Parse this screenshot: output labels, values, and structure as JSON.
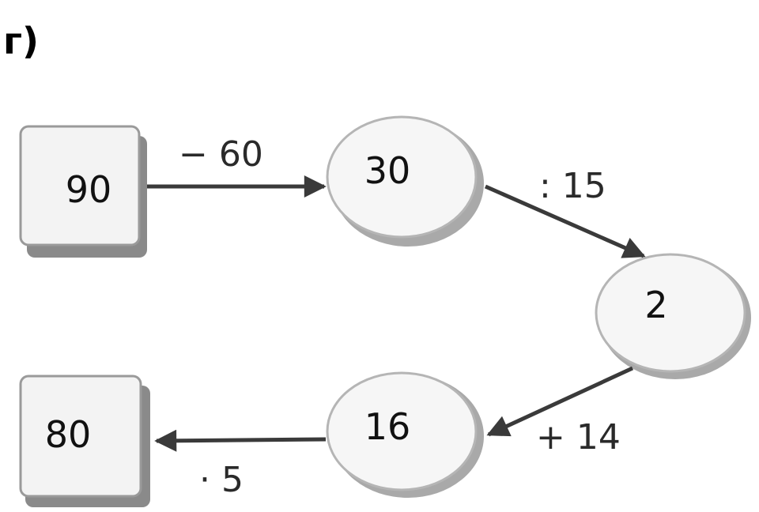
{
  "part_label": "г)",
  "nodes": {
    "start": {
      "shape": "square",
      "value": "90"
    },
    "n1": {
      "shape": "oval",
      "value": "30"
    },
    "n2": {
      "shape": "oval",
      "value": "2"
    },
    "n3": {
      "shape": "oval",
      "value": "16"
    },
    "end": {
      "shape": "square",
      "value": "80"
    }
  },
  "operations": {
    "op1": {
      "from": "start",
      "to": "n1",
      "label": "− 60"
    },
    "op2": {
      "from": "n1",
      "to": "n2",
      "label": ": 15"
    },
    "op3": {
      "from": "n2",
      "to": "n3",
      "label": "+ 14"
    },
    "op4": {
      "from": "n3",
      "to": "end",
      "label": "· 5"
    }
  },
  "colors": {
    "box_fill": "#f3f3f3",
    "box_shadow": "#8a8a8a",
    "oval_fill": "#f6f6f6",
    "oval_rim": "#a9a9a9",
    "arrow": "#3a3a3a"
  }
}
